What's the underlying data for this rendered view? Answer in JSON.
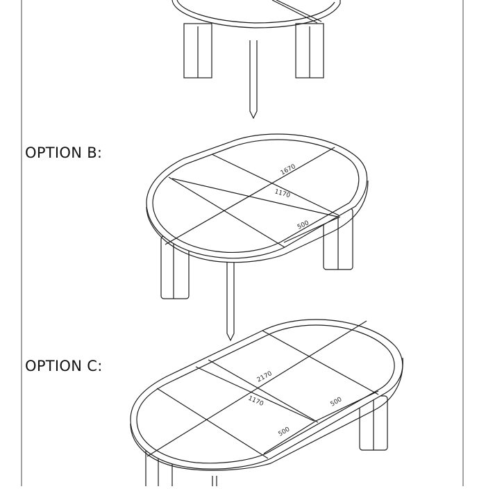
{
  "options": [
    {
      "label": "OPTION B:"
    },
    {
      "label": "OPTION C:"
    }
  ],
  "dimensions": {
    "option_b": {
      "length": "1670",
      "diameter": "1170",
      "leaf": "500"
    },
    "option_c": {
      "length": "2170",
      "diameter": "1170",
      "leaf_left": "500",
      "leaf_right": "500"
    }
  },
  "colors": {
    "line": "#1a1a1a",
    "paper": "#ffffff"
  }
}
